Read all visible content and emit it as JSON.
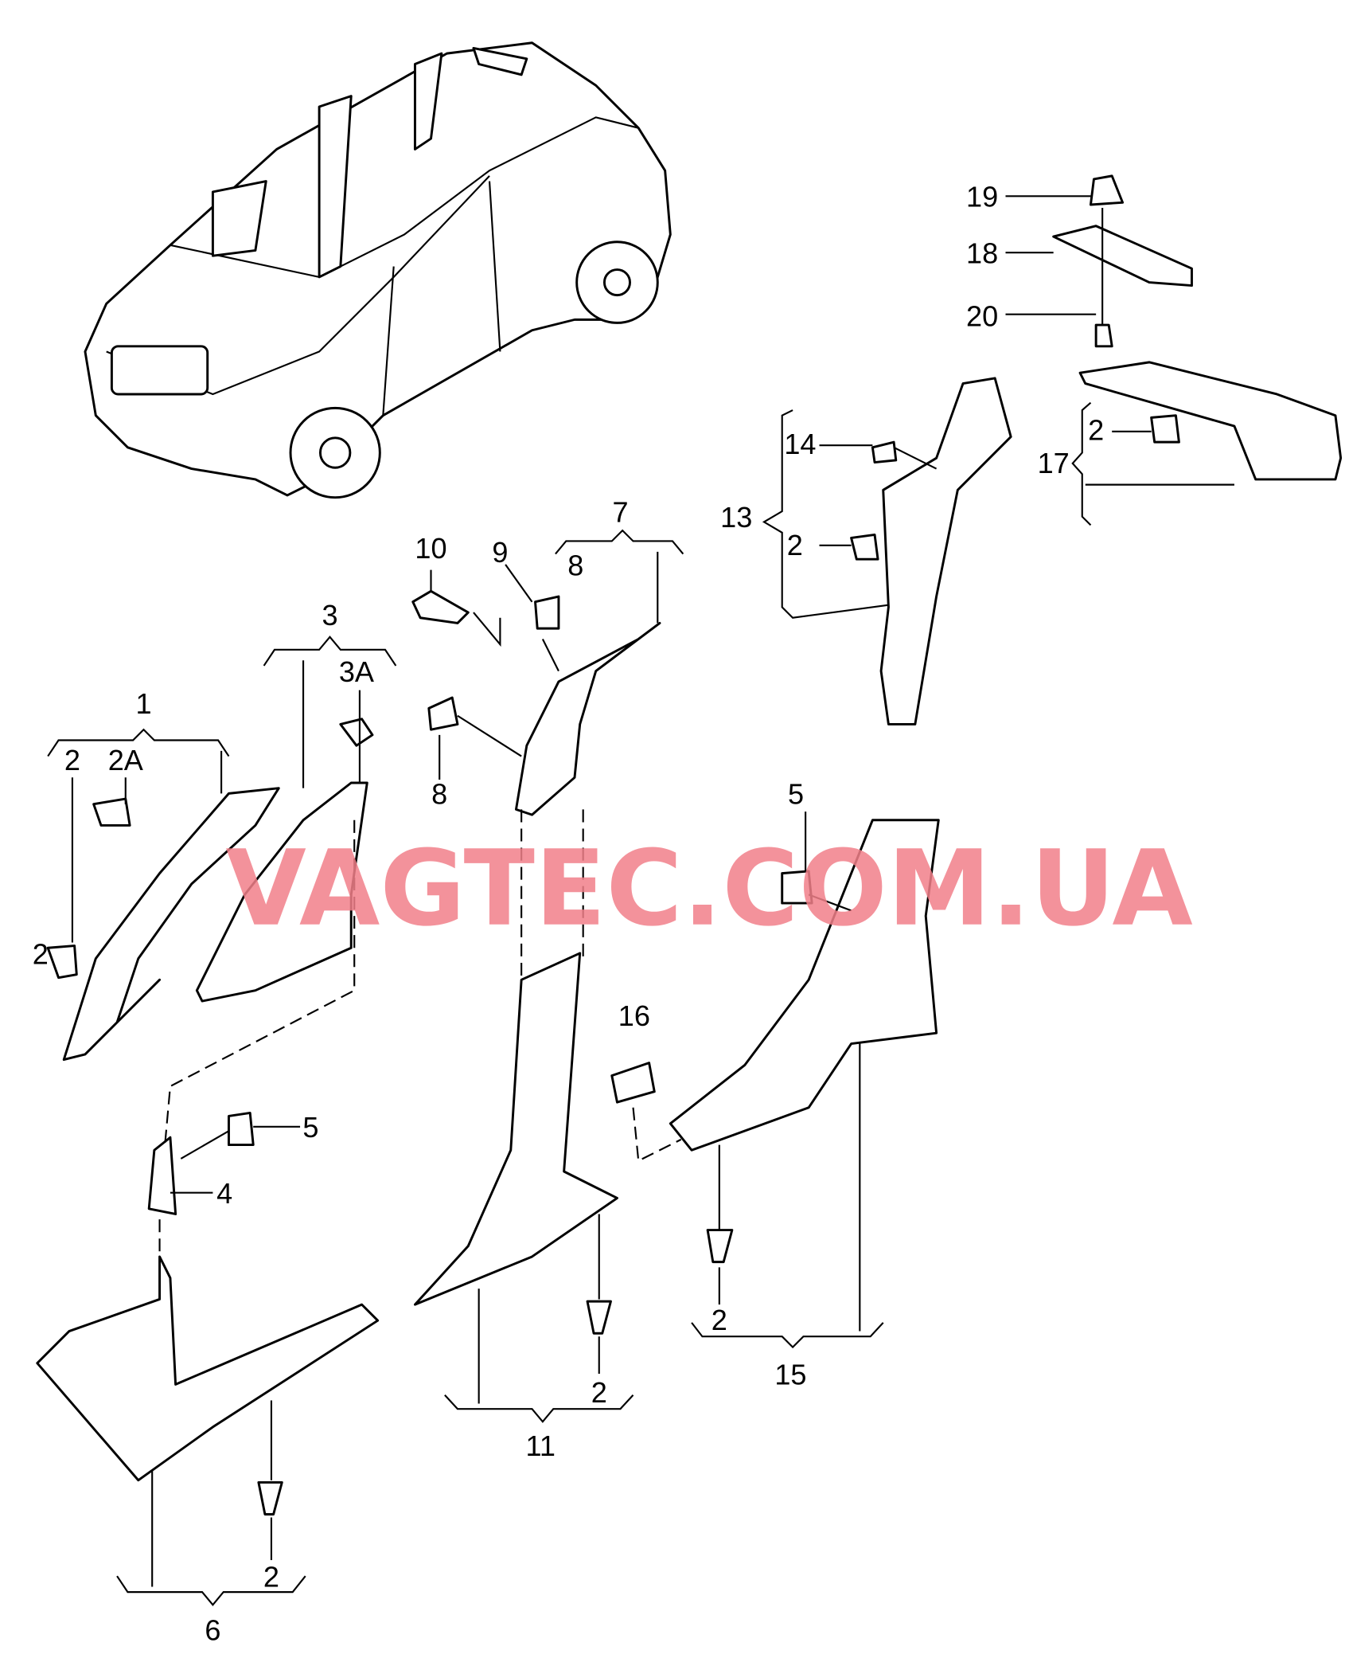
{
  "diagram": {
    "watermark": "VAGTEC.COM.UA",
    "callouts": {
      "c1": "1",
      "c2a": "2",
      "c2A": "2A",
      "c2b": "2",
      "c3": "3",
      "c3A": "3A",
      "c4": "4",
      "c5a": "5",
      "c5b": "5",
      "c6": "6",
      "c2c": "2",
      "c7": "7",
      "c8a": "8",
      "c8b": "8",
      "c9": "9",
      "c10": "10",
      "c11": "11",
      "c2d": "2",
      "c13": "13",
      "c14": "14",
      "c2e": "2",
      "c15": "15",
      "c2f": "2",
      "c16": "16",
      "c17": "17",
      "c2g": "2",
      "c18": "18",
      "c19": "19",
      "c20": "20"
    }
  }
}
